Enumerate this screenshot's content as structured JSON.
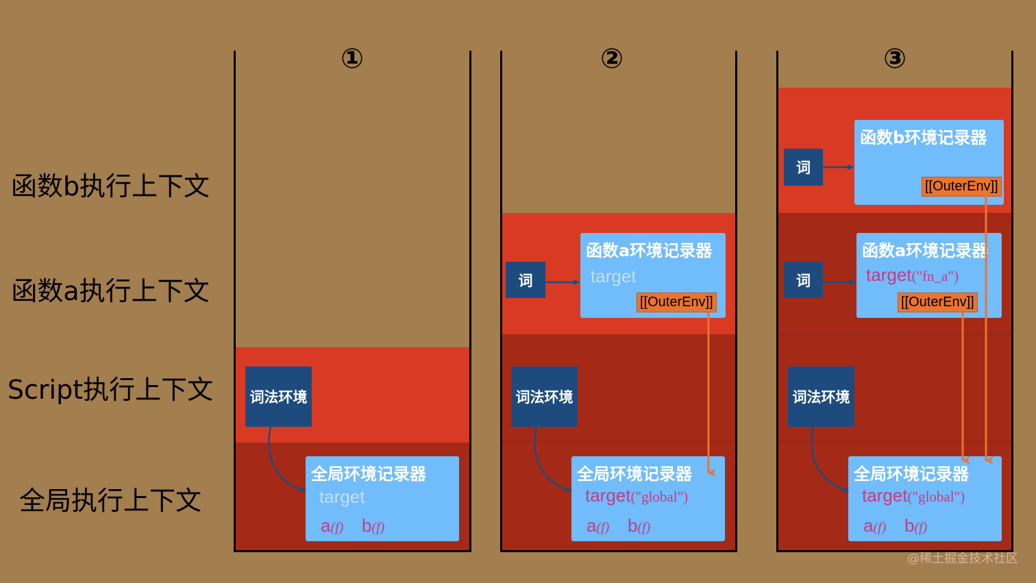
{
  "row_labels": {
    "func_b": "函数b执行上下文",
    "func_a": "函数a执行上下文",
    "script": "Script执行上下文",
    "global": "全局执行上下文"
  },
  "stages": [
    {
      "number": "①",
      "lexical_env": "词法环境",
      "global_record": {
        "title": "全局环境记录器",
        "target_name": "target",
        "fn_a": "a",
        "fn_a_suffix": "(f)",
        "fn_b": "b",
        "fn_b_suffix": "(f)"
      }
    },
    {
      "number": "②",
      "lexical_env": "词法环境",
      "func_a_lexical": "词",
      "func_a_record": {
        "title": "函数a环境记录器",
        "target_name": "target",
        "outer_env": "[[OuterEnv]]"
      },
      "global_record": {
        "title": "全局环境记录器",
        "target_name": "target",
        "target_value": "(\"global\")",
        "fn_a": "a",
        "fn_a_suffix": "(f)",
        "fn_b": "b",
        "fn_b_suffix": "(f)"
      }
    },
    {
      "number": "③",
      "lexical_env": "词法环境",
      "func_b_lexical": "词",
      "func_b_record": {
        "title": "函数b环境记录器",
        "outer_env": "[[OuterEnv]]"
      },
      "func_a_lexical": "词",
      "func_a_record": {
        "title": "函数a环境记录器",
        "target_name": "target",
        "target_value": "(\"fn_a\")",
        "outer_env": "[[OuterEnv]]"
      },
      "global_record": {
        "title": "全局环境记录器",
        "target_name": "target",
        "target_value": "(\"global\")",
        "fn_a": "a",
        "fn_a_suffix": "(f)",
        "fn_b": "b",
        "fn_b_suffix": "(f)"
      }
    }
  ],
  "watermark": "@稀土掘金技术社区",
  "colors": {
    "background": "#A37E4F",
    "band_light": "#D83A24",
    "band_dark": "#A42A17",
    "lexical_box": "#1E4B7E",
    "record_box": "#71BCFA",
    "outer_env_tag": "#E9752E",
    "pointer_arrow": "#E9752E",
    "value_text": "#C23D86",
    "connector": "#1E4B7E"
  }
}
